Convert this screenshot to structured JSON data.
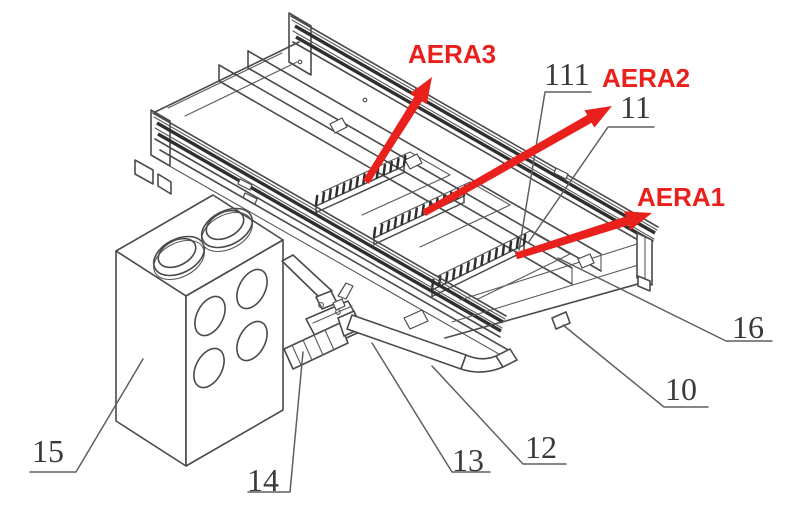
{
  "figure": {
    "title": "isometric-technical-drawing",
    "background": "#ffffff",
    "line_color": "#4a4a4a",
    "leader_color": "#5f5f5f",
    "number_color": "#3a3a3a",
    "arrow_red": "#e9201c"
  },
  "area_labels": {
    "aera1": "AERA1",
    "aera2": "AERA2",
    "aera3": "AERA3"
  },
  "part_numbers": {
    "n10": "10",
    "n11": "11",
    "n111": "111",
    "n12": "12",
    "n13": "13",
    "n14": "14",
    "n15": "15",
    "n16": "16"
  }
}
